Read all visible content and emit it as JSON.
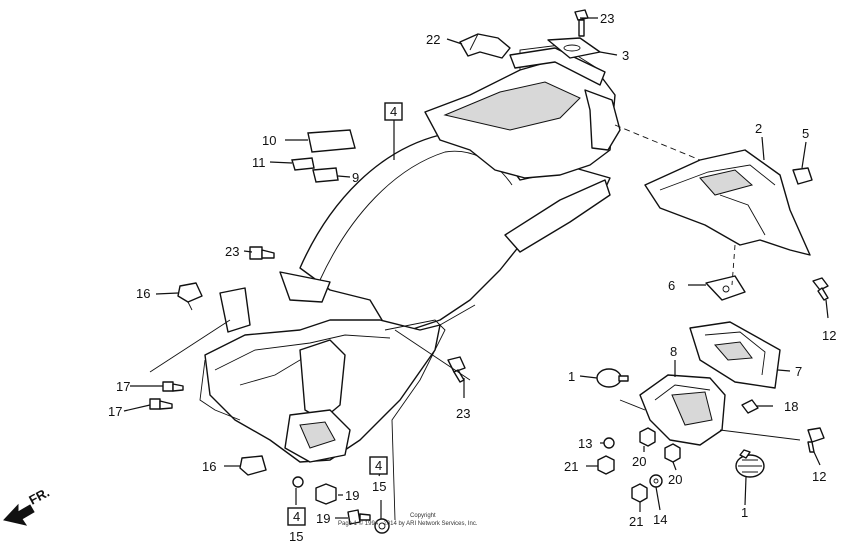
{
  "callouts": {
    "c1a": "1",
    "c1b": "1",
    "c2": "2",
    "c3": "3",
    "c4a": "4",
    "c4b": "4",
    "c4c": "4",
    "c5": "5",
    "c6": "6",
    "c7": "7",
    "c8": "8",
    "c9": "9",
    "c10": "10",
    "c11": "11",
    "c12a": "12",
    "c12b": "12",
    "c13": "13",
    "c14": "14",
    "c15a": "15",
    "c15b": "15",
    "c16a": "16",
    "c16b": "16",
    "c17a": "17",
    "c17b": "17",
    "c18": "18",
    "c19a": "19",
    "c19b": "19",
    "c20a": "20",
    "c20b": "20",
    "c21a": "21",
    "c21b": "21",
    "c22": "22",
    "c23a": "23",
    "c23b": "23",
    "c23c": "23"
  },
  "direction_label": "FR.",
  "copyright": {
    "line1": "Copyright",
    "line2": "Page 1 © 1994 - 2014 by ARI Network Services, Inc."
  }
}
